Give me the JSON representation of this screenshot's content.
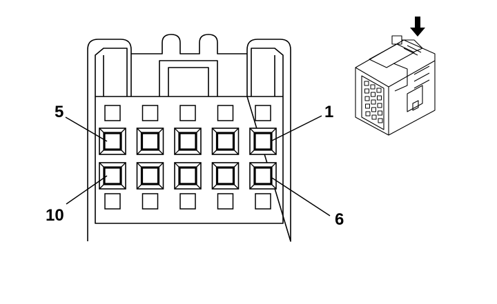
{
  "diagram": {
    "pin_labels": {
      "top_left": "5",
      "top_right": "1",
      "bottom_left": "10",
      "bottom_right": "6"
    },
    "pin_rows": 2,
    "pins_per_row": 5,
    "small_windows_per_row": 5,
    "stroke_color": "#000000",
    "background_color": "#ffffff",
    "thumbnail": {
      "indicator": "arrow-down",
      "description_icon": "connector-isometric-view"
    }
  }
}
